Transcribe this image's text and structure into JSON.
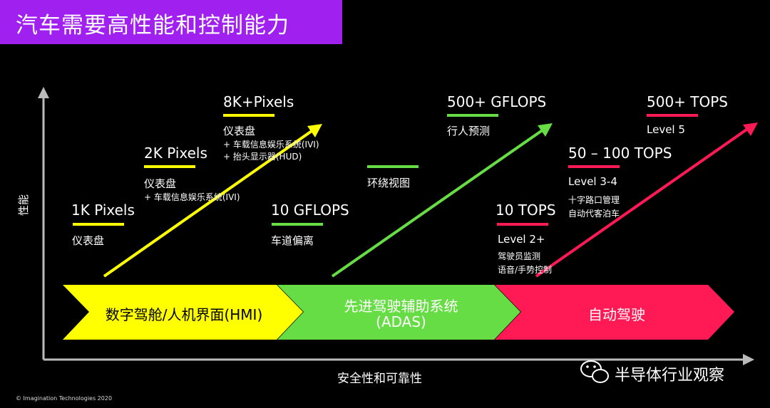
{
  "title": "汽车需要高性能和控制能力",
  "axes": {
    "y_label": "性能",
    "x_label": "安全性和可靠性"
  },
  "columns": [
    {
      "label": "数字驾舱/人机界面(HMI)",
      "color": "#ffff00",
      "items": [
        {
          "heading": "1K Pixels",
          "lines": [
            "仪表盘"
          ]
        },
        {
          "heading": "2K Pixels",
          "lines": [
            "仪表盘",
            "+ 车载信息娱乐系统(IVI)"
          ]
        },
        {
          "heading": "8K+Pixels",
          "lines": [
            "仪表盘",
            "+ 车载信息娱乐系统(IVI)",
            "+ 抬头显示器(HUD)"
          ]
        }
      ]
    },
    {
      "label_lines": [
        "先进驾驶辅助系统",
        "(ADAS)"
      ],
      "color": "#66dd44",
      "items": [
        {
          "heading": "10 GFLOPS",
          "lines": [
            "车道偏离"
          ]
        },
        {
          "heading": "",
          "lines": [
            "环绕视图"
          ]
        },
        {
          "heading": "500+ GFLOPS",
          "lines": [
            "行人预测"
          ]
        }
      ]
    },
    {
      "label": "自动驾驶",
      "color": "#ff1a55",
      "items": [
        {
          "heading": "10 TOPS",
          "lines": [
            "Level 2+",
            "驾驶员监测",
            "语音/手势控制"
          ]
        },
        {
          "heading": "50 – 100 TOPS",
          "lines": [
            "Level 3-4",
            "十字路口管理",
            "自动代客泊车"
          ]
        },
        {
          "heading": "500+ TOPS",
          "lines": [
            "Level 5"
          ]
        }
      ]
    }
  ],
  "colors": {
    "title_bar": "#a020f0",
    "axis": "#bbbbbb"
  },
  "watermark": "半导体行业观察",
  "footer": "© Imagination Technologies 2020"
}
